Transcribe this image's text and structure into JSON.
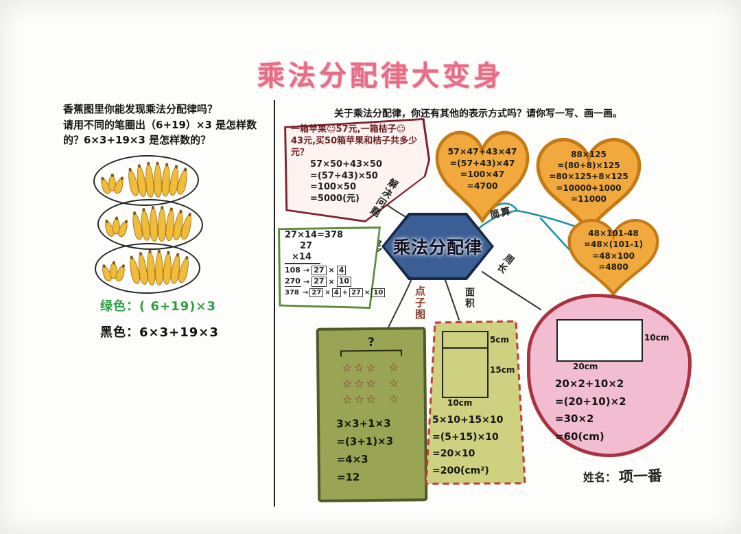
{
  "title": "乘法分配律大变身",
  "left_panel": {
    "question": {
      "line1": "香蕉图里你能发现乘法分配律吗？",
      "line2": "请用不同的笔圈出（6+19）×3 是怎样数",
      "line3": "的？6×3+19×3 是怎样数的？"
    },
    "green_answer": "绿色：( 6+19)×3",
    "black_answer": "黑色：6×3+19×3"
  },
  "right_panel": {
    "prompt": "关于乘法分配律，你还有其他的表示方式吗？请你写一写、画一画。",
    "center_topic": "乘法分配律",
    "branches": {
      "solve_problem": "解决问题",
      "simple_calc": "简算",
      "vertical_calc": "竖算",
      "dot_diagram": "点子图",
      "area": "面积",
      "perimeter": "周长"
    },
    "apple_problem": {
      "line1": "一箱苹果☺57元,一箱桔子☺",
      "line2": "43元,买50箱苹果和桔子共多少",
      "line3": "元？",
      "line4": "57×50+43×50",
      "line5": "=(57+43)×50",
      "line6": "=100×50",
      "line7": "=5000(元)"
    },
    "heart_top": {
      "line1": "57×47+43×47",
      "line2": "=(57+43)×47",
      "line3": "=100×47",
      "line4": "=4700"
    },
    "heart_right": {
      "line1": "88×125",
      "line2": "=(80+8)×125",
      "line3": "=80×125+8×125",
      "line4": "=10000+1000",
      "line5": "=11000"
    },
    "heart_bottom": {
      "line1": "48×101-48",
      "line2": "=48×(101-1)",
      "line3": "=48×100",
      "line4": "=4800"
    },
    "vertical_mult": {
      "title": "27×14=378",
      "multiplicand": "27",
      "multiplier": "×14",
      "arrow": "→",
      "times": "×",
      "plus": "+",
      "row1_value": "108",
      "row1_a": "27",
      "row1_b": "4",
      "row2_value": "270",
      "row2_a": "27",
      "row2_b": "10",
      "row3_value": "378",
      "row3_a": "27",
      "row3_b": "4",
      "row3_c": "27",
      "row3_d": "10"
    },
    "dot_diagram": {
      "question_mark": "?",
      "stars_left": "☆☆☆",
      "stars_right": "☆",
      "line1": "3×3+1×3",
      "line2": "=(3+1)×3",
      "line3": "=4×3",
      "line4": "=12"
    },
    "area_card": {
      "label_top": "5cm",
      "label_side": "15cm",
      "label_bottom": "10cm",
      "line1": "5×10+15×10",
      "line2": "=(5+15)×10",
      "line3": "=20×10",
      "line4": "=200(cm²)"
    },
    "perimeter_card": {
      "label_side": "10cm",
      "label_bottom": "20cm",
      "line1": "20×2+10×2",
      "line2": "=(20+10)×2",
      "line3": "=30×2",
      "line4": "=60(cm)"
    },
    "signature": {
      "label": "姓名：",
      "name": "项一番"
    }
  }
}
